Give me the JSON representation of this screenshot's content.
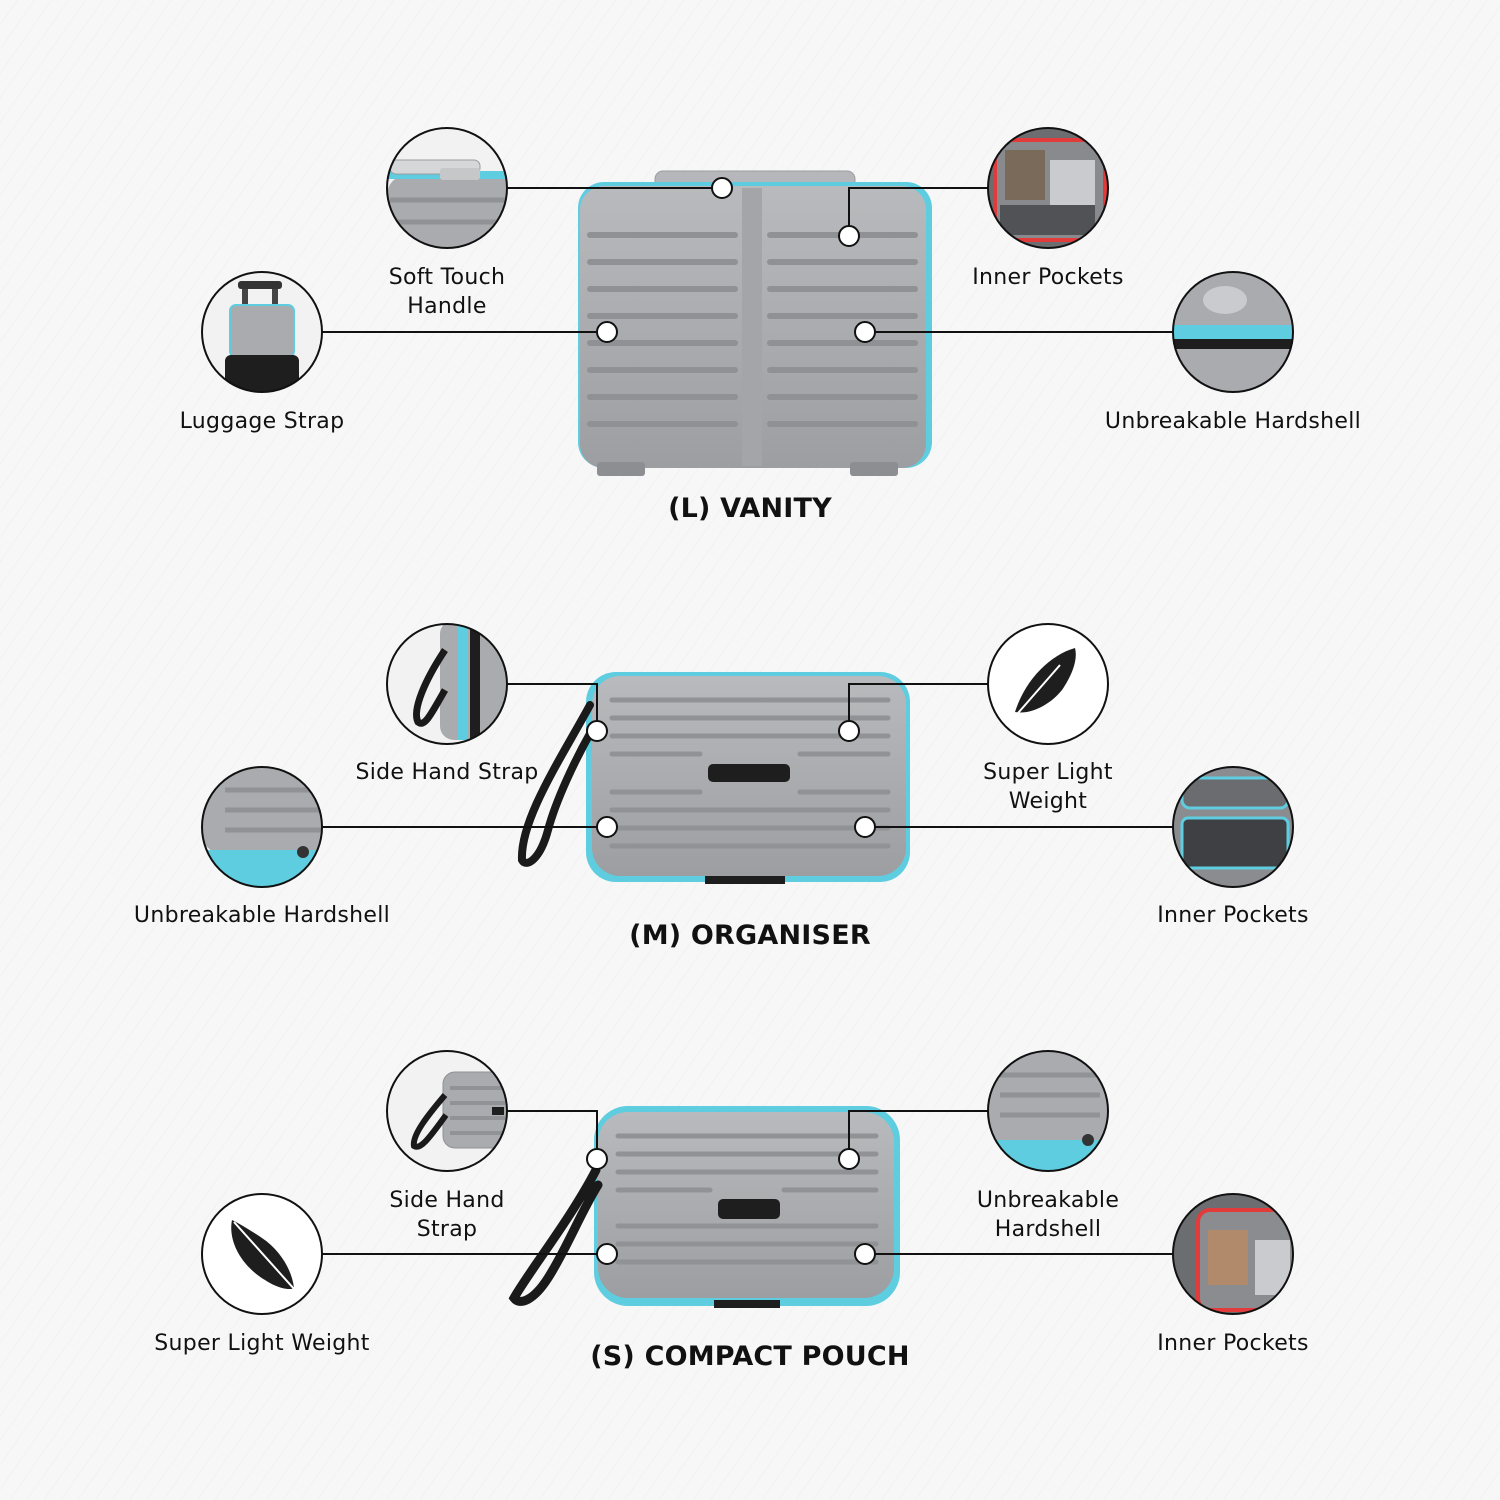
{
  "sections": [
    {
      "title": "(L) VANITY",
      "features": {
        "top_left": [
          "Soft Touch",
          "Handle"
        ],
        "top_right": [
          "Inner Pockets"
        ],
        "bottom_left": [
          "Luggage Strap"
        ],
        "bottom_right": [
          "Unbreakable Hardshell"
        ]
      }
    },
    {
      "title": "(M) ORGANISER",
      "features": {
        "top_left": [
          "Side Hand Strap"
        ],
        "top_right": [
          "Super Light",
          "Weight"
        ],
        "bottom_left": [
          "Unbreakable Hardshell"
        ],
        "bottom_right": [
          "Inner Pockets"
        ]
      }
    },
    {
      "title": "(S) COMPACT POUCH",
      "features": {
        "top_left": [
          "Side Hand",
          "Strap"
        ],
        "top_right": [
          "Unbreakable",
          "Hardshell"
        ],
        "bottom_left": [
          "Super Light Weight"
        ],
        "bottom_right": [
          "Inner Pockets"
        ]
      }
    }
  ],
  "colors": {
    "shell": "#a9abae",
    "accent": "#5ecde0",
    "line": "#111111",
    "interior_trim": "#e23b3b"
  },
  "icons": {
    "feather": "feather-icon",
    "handle": "handle-closeup-icon",
    "pocket": "inner-pocket-icon",
    "strap": "luggage-strap-icon",
    "shell": "hardshell-closeup-icon",
    "wrist": "wrist-strap-icon"
  }
}
